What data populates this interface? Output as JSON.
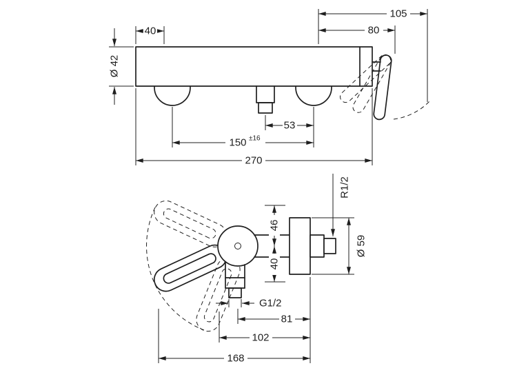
{
  "colors": {
    "line": "#1f1f1f",
    "background": "#ffffff"
  },
  "top_view": {
    "dims": {
      "d40": "40",
      "d105": "105",
      "d80": "80",
      "dia42": "Ø 42",
      "d53": "53",
      "d150": "150",
      "d150_tol": "±16",
      "d270": "270"
    }
  },
  "bottom_view": {
    "dims": {
      "r12": "R1/2",
      "d46": "46",
      "d40": "40",
      "dia59": "Ø 59",
      "g12": "G1/2",
      "d81": "81",
      "d102": "102",
      "d168": "168"
    }
  }
}
